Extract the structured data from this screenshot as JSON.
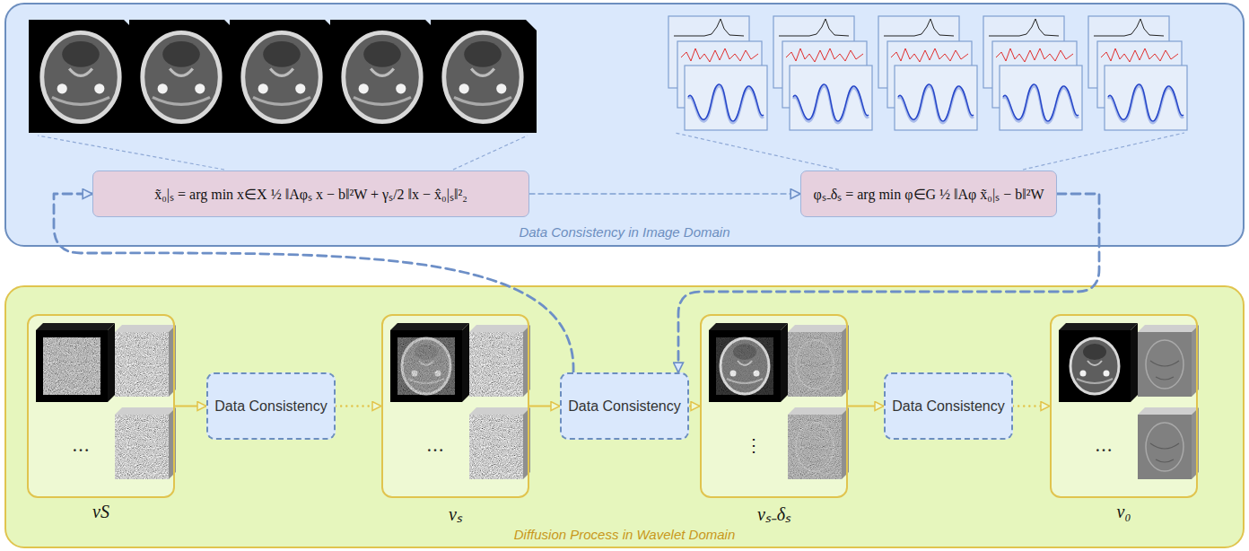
{
  "diagram": {
    "nodes": [
      {
        "text": [
          "Data Consistency in Image Domain"
        ]
      },
      {
        "text": [
          "x̃₀|ₛ = arg min x∈X ½ ‖Aφₛ x − b‖²W + γₛ/2 ‖x − x̂₀|ₛ‖²₂"
        ],
        "in": 0
      },
      {
        "text": [
          "φₛ₋δₛ = arg min φ∈G ½ ‖Aφ x̃₀|ₛ − b‖²W"
        ],
        "in": 0
      },
      {
        "text": [
          "Diffusion Process in Wavelet Domain"
        ]
      },
      {
        "text": [
          "…",
          "vS"
        ],
        "in": 3
      },
      {
        "text": [
          "Data Consistency"
        ],
        "in": 3
      },
      {
        "text": [
          "…",
          "vₛ"
        ],
        "in": 3
      },
      {
        "text": [
          "Data Consistency"
        ],
        "in": 3
      },
      {
        "text": [
          "⋮",
          "vₛ₋δₛ"
        ],
        "in": 3
      },
      {
        "text": [
          "Data Consistency"
        ],
        "in": 3
      },
      {
        "text": [
          "…",
          "v₀"
        ],
        "in": 3
      }
    ],
    "edges": [
      {
        "from": 4,
        "to": 5,
        "arrow": "to"
      },
      {
        "from": 5,
        "to": 6,
        "arrow": "to"
      },
      {
        "from": 6,
        "to": 7,
        "arrow": "to"
      },
      {
        "from": 7,
        "to": 8,
        "arrow": "to"
      },
      {
        "from": 8,
        "to": 9,
        "arrow": "to"
      },
      {
        "from": 9,
        "to": 10,
        "arrow": "to"
      },
      {
        "from": 7,
        "to": 1,
        "arrow": "to"
      },
      {
        "from": 1,
        "to": 2,
        "arrow": "to"
      },
      {
        "from": 2,
        "to": 7,
        "arrow": "to"
      }
    ]
  }
}
